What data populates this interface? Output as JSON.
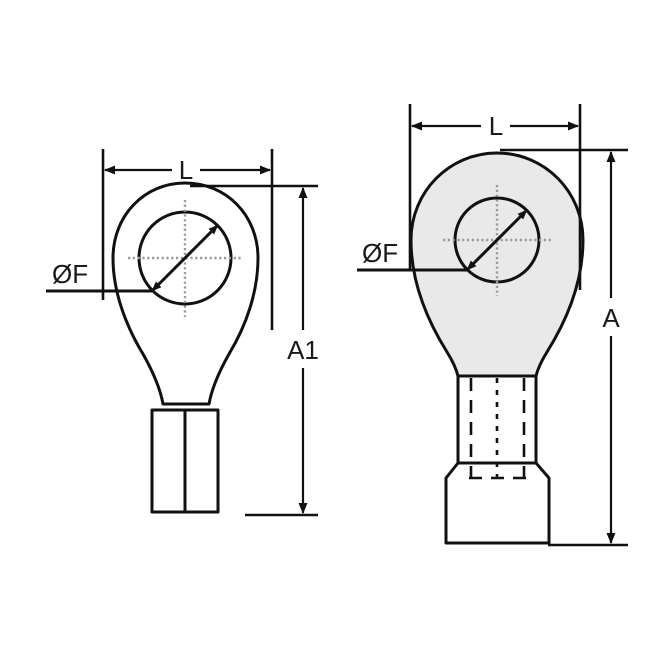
{
  "drawing": {
    "title": "Ring terminal dimensional drawing",
    "background_color": "#ffffff",
    "line_color": "#111111",
    "fill_color": "#e9e9e9",
    "center_line_color": "#9a9a9a"
  },
  "figures": [
    {
      "id": "left-figure",
      "name": "non-insulated-ring-terminal",
      "fill": "none",
      "labels": {
        "width_dimension": "L",
        "height_dimension": "A1",
        "hole_diameter": "ØF"
      }
    },
    {
      "id": "right-figure",
      "name": "insulated-ring-terminal",
      "fill": "#e9e9e9",
      "labels": {
        "width_dimension": "L",
        "height_dimension": "A",
        "hole_diameter": "ØF"
      }
    }
  ],
  "annotations": {
    "left_length_label": "L",
    "left_height_label": "A1",
    "left_hole_label": "ØF",
    "right_length_label": "L",
    "right_height_label": "A",
    "right_hole_label": "ØF"
  }
}
